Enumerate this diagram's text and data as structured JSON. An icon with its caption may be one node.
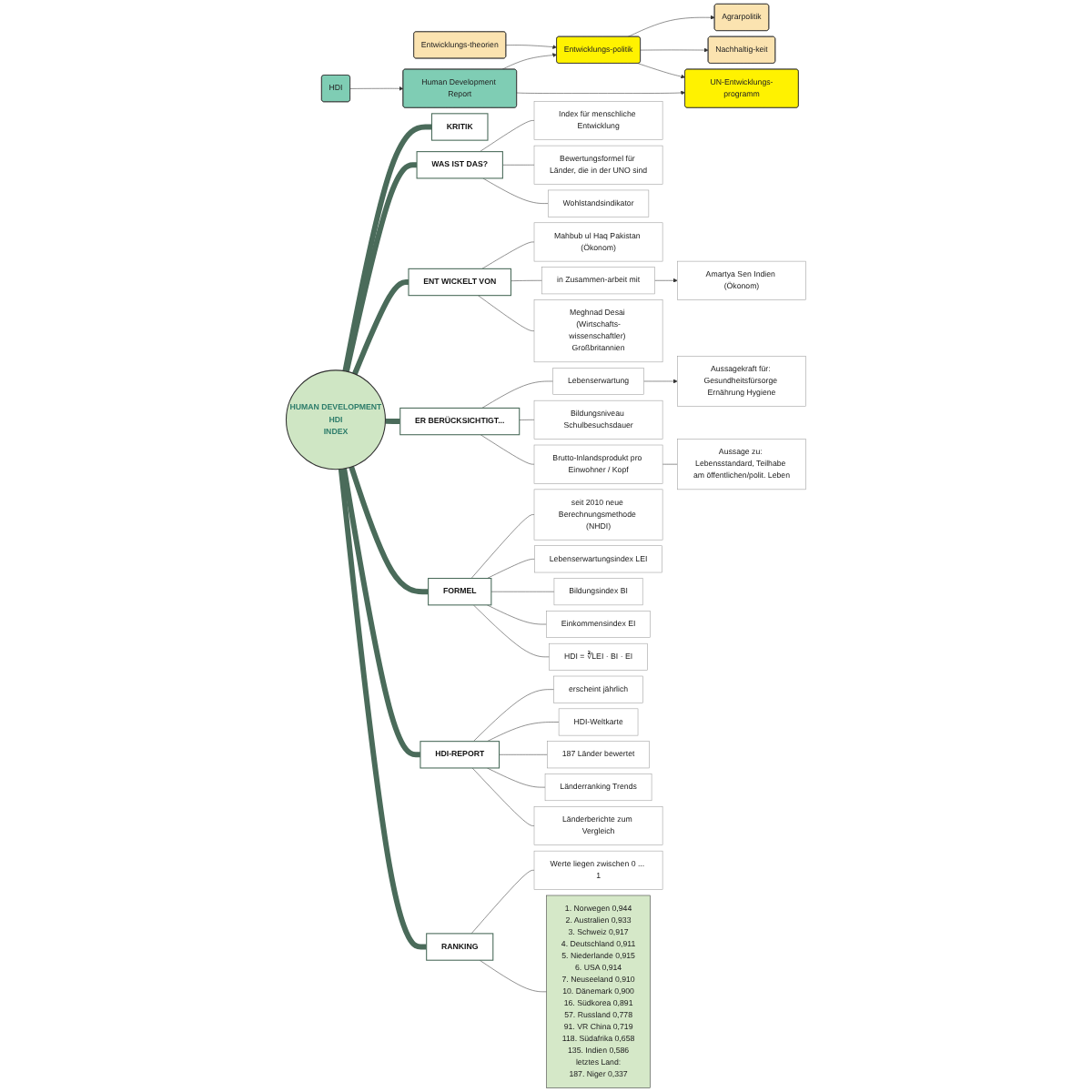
{
  "diagram": {
    "nodes": [
      {
        "text": [
          "HUMAN DEVELOPMENT",
          "HDI",
          "INDEX"
        ]
      },
      {
        "text": [
          "Entwicklungs-theorien"
        ]
      },
      {
        "text": [
          "Entwicklungs-politik"
        ]
      },
      {
        "text": [
          "Agrarpolitik"
        ]
      },
      {
        "text": [
          "Nachhaltig-keit"
        ]
      },
      {
        "text": [
          "HDI"
        ]
      },
      {
        "text": [
          "Human Development Report"
        ]
      },
      {
        "text": [
          "UN-Entwicklungs-programm"
        ]
      },
      {
        "text": [
          "KRITIK"
        ]
      },
      {
        "text": [
          "WAS IST DAS?"
        ]
      },
      {
        "text": [
          "Index für menschliche Entwicklung"
        ]
      },
      {
        "text": [
          "Bewertungsformel für Länder, die in der UNO sind"
        ]
      },
      {
        "text": [
          "Wohlstandsindikator"
        ]
      },
      {
        "text": [
          "ENT WICKELT VON"
        ]
      },
      {
        "text": [
          "Mahbub ul Haq Pakistan (Ökonom)"
        ]
      },
      {
        "text": [
          "in Zusammen-arbeit mit"
        ]
      },
      {
        "text": [
          "Amartya Sen Indien (Ökonom)"
        ]
      },
      {
        "text": [
          "Meghnad Desai (Wirtschafts-wissenschaftler) Großbritannien"
        ]
      },
      {
        "text": [
          "ER BERÜCKSICHTIGT..."
        ]
      },
      {
        "text": [
          "Lebenserwartung"
        ]
      },
      {
        "text": [
          "Aussagekraft für: Gesundheitsfürsorge Ernährung Hygiene"
        ]
      },
      {
        "text": [
          "Bildungsniveau Schulbesuchsdauer"
        ]
      },
      {
        "text": [
          "Brutto-Inlandsprodukt pro Einwohner / Kopf"
        ]
      },
      {
        "text": [
          "Aussage zu: Lebensstandard, Teilhabe am öffentlichen/polit. Leben"
        ]
      },
      {
        "text": [
          "FORMEL"
        ]
      },
      {
        "text": [
          "seit 2010 neue Berechnungsmethode (NHDI)"
        ]
      },
      {
        "text": [
          "Lebenserwartungsindex LEI"
        ]
      },
      {
        "text": [
          "Bildungsindex BI"
        ]
      },
      {
        "text": [
          "Einkommensindex EI"
        ]
      },
      {
        "text": [
          "HDI = ∛LEI · BI · EI"
        ]
      },
      {
        "text": [
          "HDI-REPORT"
        ]
      },
      {
        "text": [
          "erscheint jährlich"
        ]
      },
      {
        "text": [
          "HDI-Weltkarte"
        ]
      },
      {
        "text": [
          "187 Länder bewertet"
        ]
      },
      {
        "text": [
          "Länderranking Trends"
        ]
      },
      {
        "text": [
          "Länderberichte zum Vergleich"
        ]
      },
      {
        "text": [
          "RANKING"
        ]
      },
      {
        "text": [
          "Werte liegen zwischen 0 ... 1"
        ]
      },
      {
        "text": [
          "1. Norwegen 0,944",
          "2. Australien 0,933",
          "3. Schweiz 0,917",
          "4. Deutschland 0,911",
          "5. Niederlande 0,915",
          "6. USA 0,914",
          "7. Neuseeland 0,910",
          "10. Dänemark 0,900",
          "16. Südkorea 0,891",
          "57. Russland 0,778",
          "91. VR China 0,719",
          "118. Südafrika 0,658",
          "135. Indien 0,586",
          "letztes Land:",
          "187. Niger 0,337"
        ]
      }
    ],
    "edges": [
      {
        "from": 0,
        "to": 8,
        "arrow": "none",
        "style": "thick"
      },
      {
        "from": 0,
        "to": 9,
        "arrow": "none",
        "style": "thick"
      },
      {
        "from": 9,
        "to": 10,
        "arrow": "none"
      },
      {
        "from": 9,
        "to": 11,
        "arrow": "none"
      },
      {
        "from": 9,
        "to": 12,
        "arrow": "none"
      },
      {
        "from": 0,
        "to": 13,
        "arrow": "none",
        "style": "thick"
      },
      {
        "from": 13,
        "to": 14,
        "arrow": "none"
      },
      {
        "from": 13,
        "to": 15,
        "arrow": "none"
      },
      {
        "from": 15,
        "to": 16,
        "arrow": "to"
      },
      {
        "from": 13,
        "to": 17,
        "arrow": "none"
      },
      {
        "from": 0,
        "to": 18,
        "arrow": "none",
        "style": "thick"
      },
      {
        "from": 18,
        "to": 19,
        "arrow": "none"
      },
      {
        "from": 19,
        "to": 20,
        "arrow": "to"
      },
      {
        "from": 18,
        "to": 21,
        "arrow": "none"
      },
      {
        "from": 18,
        "to": 22,
        "arrow": "none"
      },
      {
        "from": 22,
        "to": 23,
        "arrow": "none"
      },
      {
        "from": 0,
        "to": 24,
        "arrow": "none",
        "style": "thick"
      },
      {
        "from": 24,
        "to": 25,
        "arrow": "none"
      },
      {
        "from": 24,
        "to": 26,
        "arrow": "none"
      },
      {
        "from": 24,
        "to": 27,
        "arrow": "none"
      },
      {
        "from": 24,
        "to": 28,
        "arrow": "none"
      },
      {
        "from": 24,
        "to": 29,
        "arrow": "none"
      },
      {
        "from": 0,
        "to": 30,
        "arrow": "none",
        "style": "thick"
      },
      {
        "from": 30,
        "to": 31,
        "arrow": "none"
      },
      {
        "from": 30,
        "to": 32,
        "arrow": "none"
      },
      {
        "from": 30,
        "to": 33,
        "arrow": "none"
      },
      {
        "from": 30,
        "to": 34,
        "arrow": "none"
      },
      {
        "from": 30,
        "to": 35,
        "arrow": "none"
      },
      {
        "from": 0,
        "to": 36,
        "arrow": "none",
        "style": "thick"
      },
      {
        "from": 36,
        "to": 37,
        "arrow": "none"
      },
      {
        "from": 36,
        "to": 38,
        "arrow": "none"
      },
      {
        "from": 1,
        "to": 2,
        "arrow": "to"
      },
      {
        "from": 2,
        "to": 3,
        "arrow": "to"
      },
      {
        "from": 2,
        "to": 4,
        "arrow": "to"
      },
      {
        "from": 5,
        "to": 6,
        "arrow": "to"
      },
      {
        "from": 6,
        "to": 2,
        "arrow": "to"
      },
      {
        "from": 6,
        "to": 7,
        "arrow": "to"
      },
      {
        "from": 2,
        "to": 7,
        "arrow": "to"
      }
    ]
  }
}
